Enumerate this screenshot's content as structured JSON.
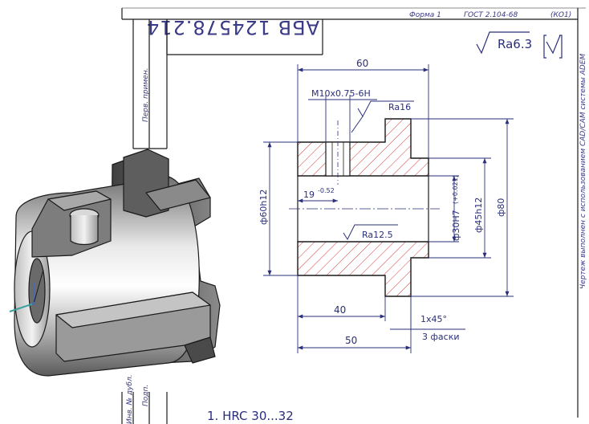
{
  "stamp": {
    "designation": "АБВ 124578.214",
    "first_use": "Перв. примен.",
    "bottom_label_1": "Подп.",
    "bottom_label_2": "Инв. № дубл."
  },
  "form_line": {
    "form": "Форма 1",
    "standard": "ГОСТ 2.104-68",
    "code": "(КО1)"
  },
  "side_note": "Чертеж выполнен с использованием CAD/CAM системы ADEM",
  "roughness": {
    "general": "Ra6.3",
    "bore": "Ra16",
    "base": "Ra12.5"
  },
  "dimensions": {
    "length_total": "60",
    "thread": "M10x0.75-6H",
    "dia_outer": "ф60h12",
    "dia_flange": "ф80",
    "dia_hub": "ф45h12",
    "dia_bore": "ф30H7",
    "bore_tol": "(+0.021)",
    "offset": "19",
    "offset_tol": "-0.52",
    "len_40": "40",
    "len_50": "50",
    "chamfer": "1x45°",
    "chamfer_note": "3 фаски"
  },
  "notes": {
    "hardness": "1. HRC 30...32"
  },
  "colors": {
    "frame": "#1a1a1a",
    "dim_line": "#2a2f7a",
    "hatch": "#d23a3a",
    "part_fill": "#8c8c8c",
    "axis_x": "#3aa0a0",
    "axis_y": "#4a6aa8"
  },
  "icons": {
    "roughness": "check-root-symbol",
    "coordinate_triad": "axis-triad-icon"
  }
}
